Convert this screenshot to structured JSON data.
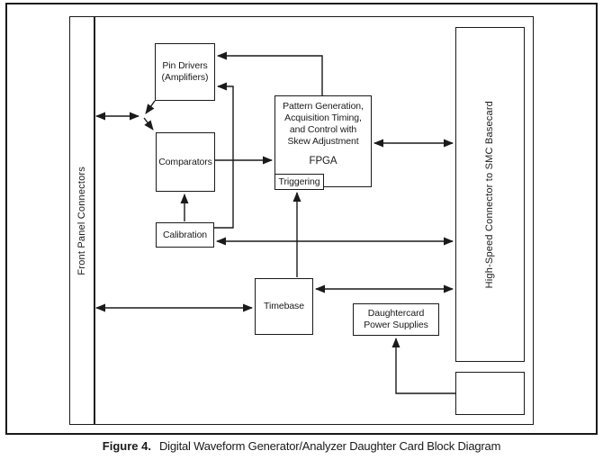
{
  "figure": {
    "caption_label": "Figure 4.",
    "caption_text": "Digital Waveform Generator/Analyzer Daughter Card Block Diagram"
  },
  "blocks": {
    "front_panel": {
      "label": "Front Panel Connectors"
    },
    "pin_drivers": {
      "line1": "Pin Drivers",
      "line2": "(Amplifiers)"
    },
    "comparators": {
      "label": "Comparators"
    },
    "calibration": {
      "label": "Calibration"
    },
    "fpga": {
      "line1": "Pattern Generation,",
      "line2": "Acquisition Timing,",
      "line3": "and Control with",
      "line4": "Skew Adjustment",
      "name": "FPGA"
    },
    "triggering": {
      "label": "Triggering"
    },
    "timebase": {
      "label": "Timebase"
    },
    "daughtercard_power": {
      "line1": "Daughtercard",
      "line2": "Power Supplies"
    },
    "hs_connector": {
      "label": "High-Speed Connector to SMC Basecard"
    },
    "unlabeled_box": {
      "label": ""
    }
  },
  "connections": [
    {
      "from": "front-panel",
      "to": "pin-drivers/comparators-junction",
      "bidirectional": true
    },
    {
      "from": "pin-drivers",
      "to": "junction",
      "bidirectional": false
    },
    {
      "from": "junction",
      "to": "comparators",
      "bidirectional": false
    },
    {
      "from": "fpga",
      "to": "pin-drivers",
      "bidirectional": false
    },
    {
      "from": "calibration",
      "to": "pin-drivers",
      "bidirectional": false
    },
    {
      "from": "comparators",
      "to": "fpga",
      "bidirectional": false
    },
    {
      "from": "calibration",
      "to": "comparators",
      "bidirectional": false
    },
    {
      "from": "timebase",
      "to": "triggering",
      "bidirectional": false
    },
    {
      "from": "fpga",
      "to": "hs-connector",
      "bidirectional": true
    },
    {
      "from": "calibration",
      "to": "hs-connector",
      "bidirectional": true
    },
    {
      "from": "timebase",
      "to": "hs-connector",
      "bidirectional": true
    },
    {
      "from": "front-panel",
      "to": "timebase",
      "bidirectional": true
    },
    {
      "from": "unlabeled-box",
      "to": "daughtercard-power-supplies",
      "bidirectional": false
    }
  ],
  "colors": {
    "line": "#1a1a1a",
    "background": "#ffffff",
    "text": "#1a1a1a"
  }
}
